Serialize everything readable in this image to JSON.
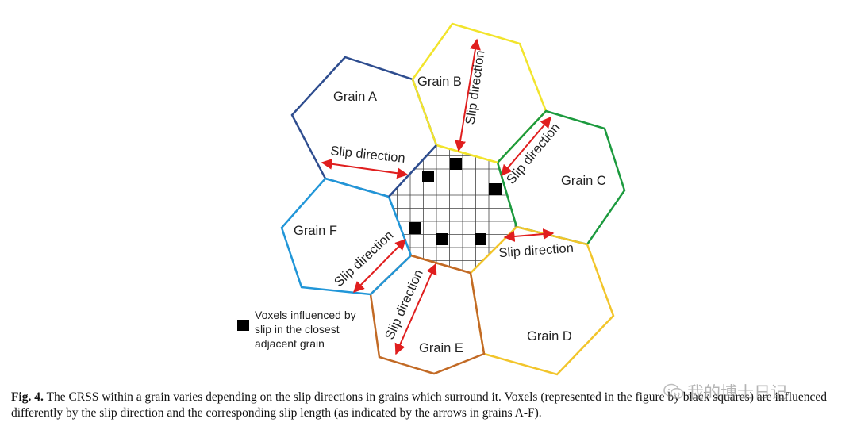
{
  "colors": {
    "grain_a": "#2e4d8f",
    "grain_b": "#f2e42c",
    "grain_c": "#1c9a3e",
    "grain_d": "#f2c52b",
    "grain_e": "#c26a25",
    "grain_f": "#2196d8",
    "arrow": "#e01e1e",
    "voxel": "#000000",
    "grid_line": "#444444"
  },
  "grains": {
    "a": "Grain A",
    "b": "Grain B",
    "c": "Grain C",
    "d": "Grain D",
    "e": "Grain E",
    "f": "Grain F"
  },
  "slip_labels": {
    "a": "Slip direction",
    "b": "Slip direction",
    "c": "Slip direction",
    "d": "Slip direction",
    "e": "Slip direction",
    "f": "Slip direction"
  },
  "legend": {
    "line1": "Voxels influenced by",
    "line2": "slip in the closest",
    "line3": "adjacent grain"
  },
  "caption": {
    "label": "Fig. 4.",
    "text": "The CRSS within a grain varies depending on the slip directions in grains which surround it. Voxels (represented in the figure by black squares) are influenced differently by the slip direction and the corresponding slip length (as indicated by the arrows in grains A-F)."
  },
  "watermark": {
    "text": "我的博士日记",
    "icon": "wechat-icon"
  }
}
